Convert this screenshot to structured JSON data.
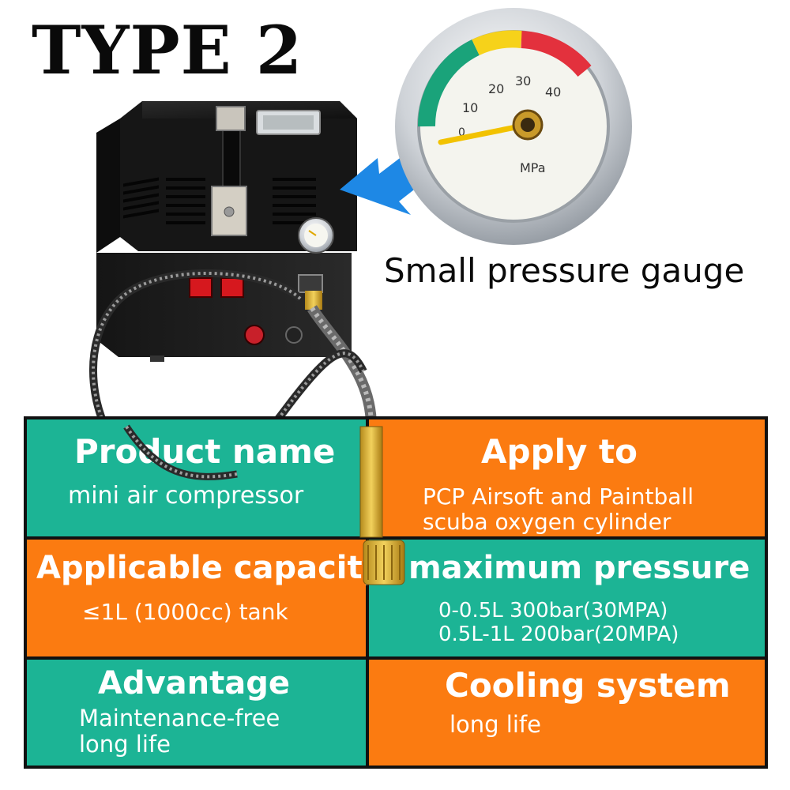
{
  "title": "TYPE 2",
  "gauge": {
    "caption": "Small pressure gauge",
    "ticks": [
      "0",
      "10",
      "20",
      "30",
      "40"
    ],
    "unit": "MPa"
  },
  "cells": [
    {
      "head": "Product name",
      "lines": [
        "mini air compressor"
      ]
    },
    {
      "head": "Apply to",
      "lines": [
        "PCP Airsoft and Paintball",
        "scuba oxygen cylinder"
      ]
    },
    {
      "head": "Applicable capacity",
      "lines": [
        "≤1L (1000cc) tank"
      ]
    },
    {
      "head": "maximum pressure",
      "lines": [
        "0-0.5L 300bar(30MPA)",
        "0.5L-1L 200bar(20MPA)"
      ]
    },
    {
      "head": "Advantage",
      "lines": [
        "Maintenance-free",
        "long life"
      ]
    },
    {
      "head": "Cooling system",
      "lines": [
        "long life"
      ]
    }
  ],
  "colors": {
    "teal": "#1cb495",
    "orange": "#fb7b11",
    "arrow": "#1e88e5",
    "gaugeGreen": "#1aa37a",
    "gaugeYellow": "#f6d21a",
    "gaugeRed": "#e3313d"
  }
}
